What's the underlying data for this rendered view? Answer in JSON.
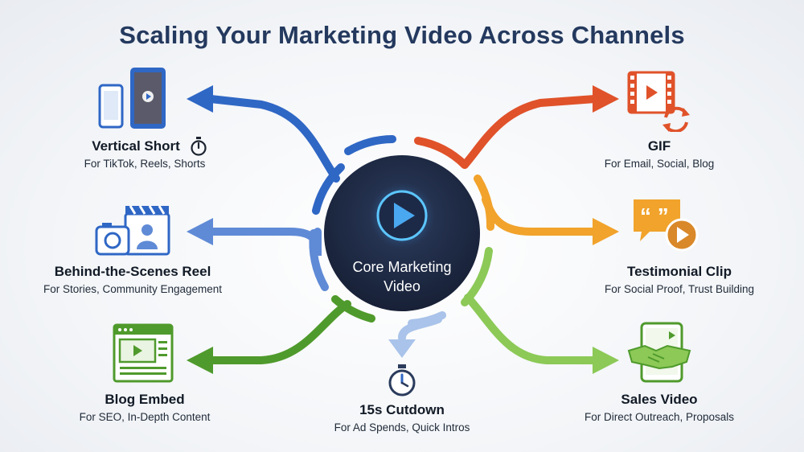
{
  "title": "Scaling Your Marketing Video Across Channels",
  "center": {
    "line1": "Core Marketing",
    "line2": "Video",
    "icon": "play-icon"
  },
  "nodes": [
    {
      "id": "vertical-short",
      "title": "Vertical Short",
      "subtitle": "For TikTok, Reels, Shorts",
      "icon": "smartphone-icon",
      "badge_icon": "stopwatch-icon",
      "color": "#2f67c5"
    },
    {
      "id": "bts-reel",
      "title": "Behind-the-Scenes Reel",
      "subtitle": "For Stories, Community Engagement",
      "icon": "camera-clapperboard-icon",
      "color": "#5f8ad6"
    },
    {
      "id": "blog-embed",
      "title": "Blog Embed",
      "subtitle": "For SEO, In-Depth Content",
      "icon": "browser-video-icon",
      "color": "#4f9a2c"
    },
    {
      "id": "cutdown",
      "title": "15s Cutdown",
      "subtitle": "For Ad Spends, Quick Intros",
      "icon": "stopwatch-icon",
      "color": "#a9c3ea"
    },
    {
      "id": "gif",
      "title": "GIF",
      "subtitle": "For Email, Social, Blog",
      "icon": "film-loop-icon",
      "color": "#e0522a"
    },
    {
      "id": "testimonial",
      "title": "Testimonial Clip",
      "subtitle": "For Social Proof, Trust Building",
      "icon": "quote-play-icon",
      "color": "#f1a32b"
    },
    {
      "id": "sales",
      "title": "Sales Video",
      "subtitle": "For Direct Outreach, Proposals",
      "icon": "handshake-tablet-icon",
      "color": "#8cc957"
    }
  ],
  "colors": {
    "title": "#24395e",
    "center_fill": "#1f2a44",
    "ring_dark_blue": "#2f67c5",
    "ring_light_blue": "#5f8ad6",
    "ring_green": "#4f9a2c",
    "ring_pale_blue": "#a9c3ea",
    "ring_red": "#e0522a",
    "ring_orange": "#f1a32b",
    "ring_light_green": "#8cc957"
  }
}
